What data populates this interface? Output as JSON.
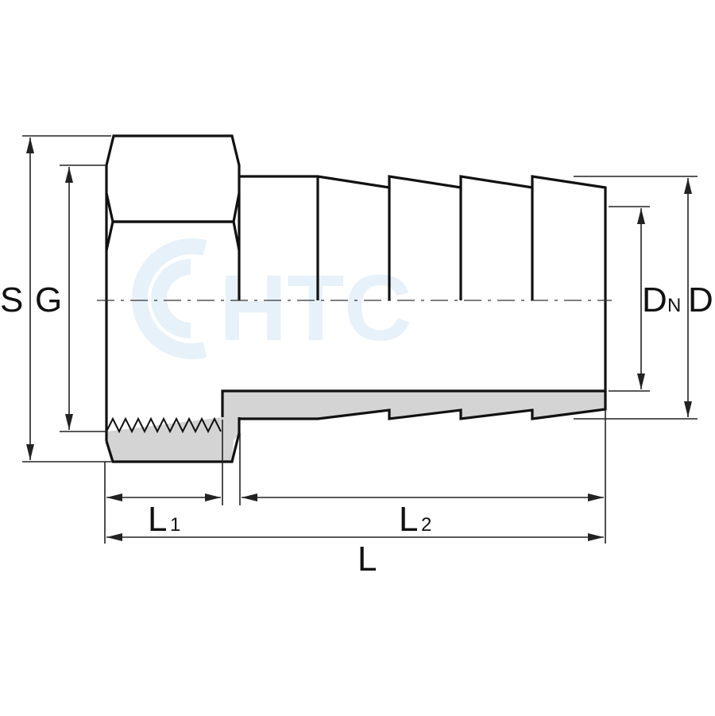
{
  "watermark": {
    "text": "HTC",
    "color": "#e6f1f9"
  },
  "labels": {
    "S": "S",
    "G": "G",
    "D_main": "D",
    "D_sub": "N",
    "D": "D",
    "L": "L",
    "L1_main": "L",
    "L1_sub": "1",
    "L2_main": "L",
    "L2_sub": "2"
  },
  "colors": {
    "outline": "#111111",
    "section_fill": "#d4d4d4",
    "dim_line": "#222222"
  }
}
